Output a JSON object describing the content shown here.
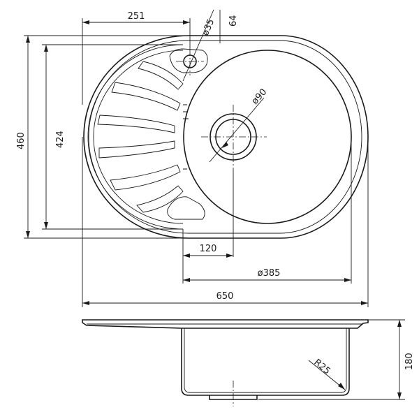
{
  "dimensions": {
    "width_top": "251",
    "hole_small": "ø35",
    "hole_offset": "64",
    "hole_large": "ø90",
    "height_outer": "460",
    "height_inner": "424",
    "drain_offset": "120",
    "bowl_diameter": "ø385",
    "width_overall": "650",
    "radius": "R25",
    "depth": "180"
  }
}
